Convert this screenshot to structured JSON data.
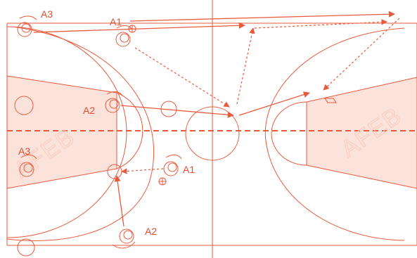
{
  "diagram": {
    "colors": {
      "line": "#e95a3c",
      "paint": "#fbe2da",
      "watermark": "#f6c9bb",
      "background": "#ffffff"
    },
    "watermark_text": "AFEB",
    "players": [
      {
        "id": "A3-top",
        "label": "A3"
      },
      {
        "id": "A1-top",
        "label": "A1"
      },
      {
        "id": "A2-mid",
        "label": "A2"
      },
      {
        "id": "A3-left",
        "label": "A3"
      },
      {
        "id": "A1-low",
        "label": "A1"
      },
      {
        "id": "A2-bottom",
        "label": "A2"
      }
    ]
  }
}
